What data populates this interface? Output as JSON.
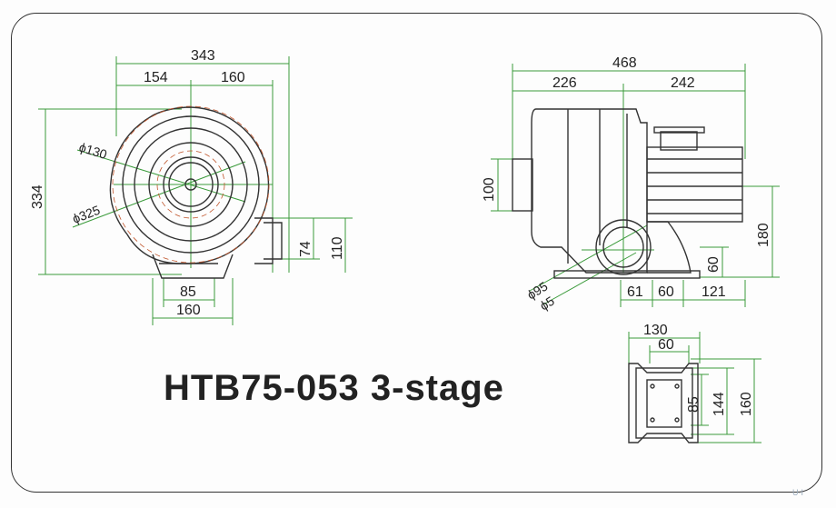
{
  "title": "HTB75-053 3-stage",
  "colors": {
    "dimension_line": "#3a9a3a",
    "outline": "#333333",
    "center_line": "#c0552b"
  },
  "front_view": {
    "dims": {
      "overall_width": "343",
      "left_width": "154",
      "right_width": "160",
      "height": "334",
      "outlet_inner": "74",
      "outlet_outer": "110",
      "base_inner": "85",
      "base_outer": "160"
    },
    "diameters": {
      "inner": "ϕ130",
      "outer": "ϕ325"
    }
  },
  "side_view": {
    "dims": {
      "overall_length": "468",
      "left_length": "226",
      "right_length": "242",
      "inlet_height": "100",
      "motor_height": "180",
      "foot_height": "60",
      "base_a": "61",
      "base_b": "60",
      "base_c": "121"
    },
    "diameters": {
      "inlet": "ϕ95",
      "hole": "ϕ5"
    }
  },
  "base_view": {
    "dims": {
      "width_outer": "130",
      "width_inner": "60",
      "depth_inner": "85",
      "depth_mid": "144",
      "depth_outer": "160"
    }
  },
  "watermark": "U·I"
}
